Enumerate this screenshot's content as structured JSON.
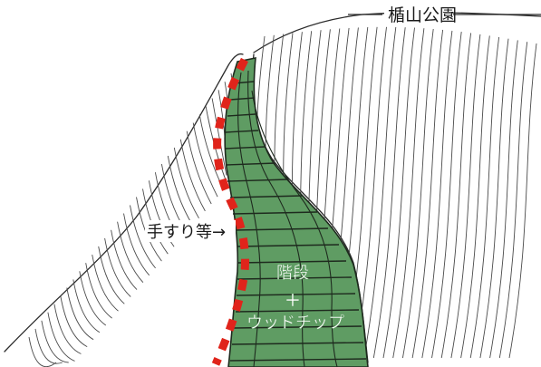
{
  "labels": {
    "park": "楯山公園",
    "handrail": "手すり等→",
    "stairs": "階段",
    "plus": "+",
    "woodchip": "ウッドチップ"
  },
  "colors": {
    "path_fill": "#5f9c63",
    "path_outline": "#1e2a1e",
    "handrail": "#e0241b",
    "ink": "#2b2b2b",
    "label_on_path": "#ffffff",
    "background": "#ffffff"
  }
}
